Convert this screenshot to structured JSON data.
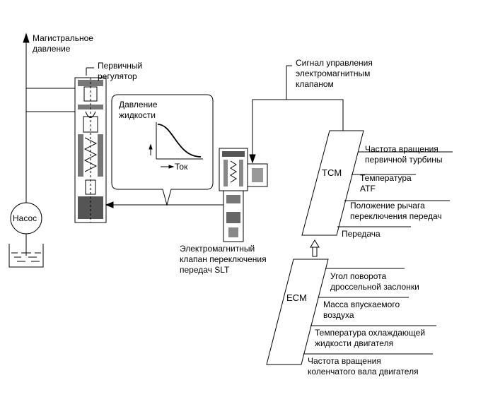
{
  "labels": {
    "line_pressure": "Магистральное\nдавление",
    "primary_regulator": "Первичный\nрегулятор",
    "fluid_pressure": "Давление\nжидкости",
    "current": "Ток",
    "pump": "Насос",
    "solenoid_signal": "Сигнал управления\nэлектромагнитным\nклапаном",
    "slt_solenoid": "Электромагнитный\nклапан переключения\nпередач SLT",
    "tcm": "TCM",
    "ecm": "ECM"
  },
  "tcm_inputs": [
    "Частота вращения\nпервичной турбины",
    "Температура\nATF",
    "Положение рычага\nпереключения передач",
    "Передача"
  ],
  "ecm_inputs": [
    "Угол поворота\nдроссельной заслонки",
    "Масса впускаемого\nвоздуха",
    "Температура охлаждающей\nжидкости двигателя",
    "Частота вращения\nколенчатого вала двигателя"
  ],
  "colors": {
    "line": "#000000",
    "background": "#ffffff"
  }
}
